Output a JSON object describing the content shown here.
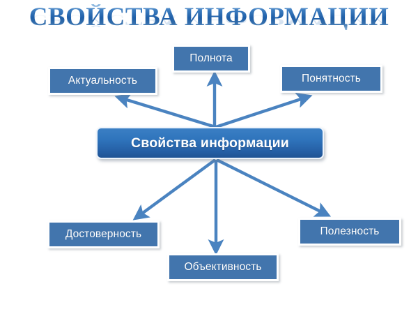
{
  "title": {
    "text": "СВОЙСТВА ИНФОРМАЦИИ",
    "style": "wordart-gradient-reflection",
    "gradient_top": "#9cc3e6",
    "gradient_mid": "#1f5fa8",
    "gradient_bottom": "#8fb8dd"
  },
  "colors": {
    "background": "#ffffff",
    "leaf_fill": "#4275ad",
    "leaf_border": "#ffffff",
    "leaf_text": "#ffffff",
    "hub_fill_top": "#3b7fc4",
    "hub_fill_bottom": "#1f5394",
    "hub_text": "#ffffff",
    "arrow": "#4a83c0"
  },
  "diagram": {
    "type": "radial-hub-and-spoke",
    "hub": {
      "label": "Свойства информации"
    },
    "nodes": [
      {
        "id": "polnota",
        "label": "Полнота",
        "position": "top-center"
      },
      {
        "id": "aktualnost",
        "label": "Актуальность",
        "position": "top-left"
      },
      {
        "id": "ponyatnost",
        "label": "Понятность",
        "position": "top-right"
      },
      {
        "id": "dostovernost",
        "label": "Достоверность",
        "position": "bottom-left"
      },
      {
        "id": "obektivnost",
        "label": "Объективность",
        "position": "bottom-center"
      },
      {
        "id": "poleznost",
        "label": "Полезность",
        "position": "bottom-right"
      }
    ],
    "arrows": [
      {
        "from": "hub",
        "to": "aktualnost",
        "direction": "up-left"
      },
      {
        "from": "hub",
        "to": "polnota",
        "direction": "up"
      },
      {
        "from": "hub",
        "to": "ponyatnost",
        "direction": "up-right"
      },
      {
        "from": "hub",
        "to": "dostovernost",
        "direction": "down-left"
      },
      {
        "from": "hub",
        "to": "obektivnost",
        "direction": "down"
      },
      {
        "from": "hub",
        "to": "poleznost",
        "direction": "down-right"
      }
    ]
  }
}
